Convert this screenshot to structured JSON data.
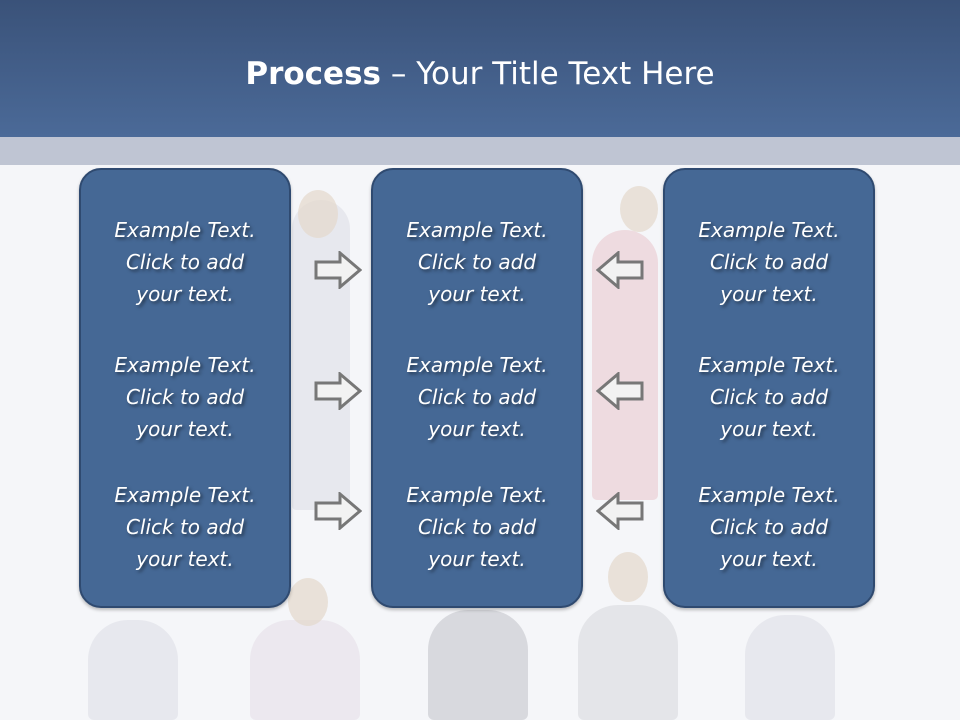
{
  "slide": {
    "title_bold": "Process",
    "title_rest": " – Your Title Text Here",
    "colors": {
      "header_top": "#3a5279",
      "header_bottom": "#4b6a98",
      "strip": "#bfc5d3",
      "box_fill": "#456895",
      "box_border": "#2f4a70",
      "arrow_stroke": "#777777",
      "arrow_fill": "#f2f2f2"
    }
  },
  "columns": [
    {
      "items": [
        "Example Text.\nClick  to add\nyour text.",
        "Example Text.\nClick  to add\nyour text.",
        "Example Text.\nClick  to add\nyour text."
      ]
    },
    {
      "items": [
        "Example Text.\nClick  to add\nyour text.",
        "Example Text.\nClick  to add\nyour text.",
        "Example Text.\nClick  to add\nyour text."
      ]
    },
    {
      "items": [
        "Example Text.\nClick  to add\nyour text.",
        "Example Text.\nClick  to add\nyour text.",
        "Example Text.\nClick  to add\nyour text."
      ]
    }
  ],
  "arrows": {
    "left_group": [
      "right-arrow-icon",
      "right-arrow-icon",
      "right-arrow-icon"
    ],
    "right_group": [
      "left-arrow-icon",
      "left-arrow-icon",
      "left-arrow-icon"
    ]
  }
}
